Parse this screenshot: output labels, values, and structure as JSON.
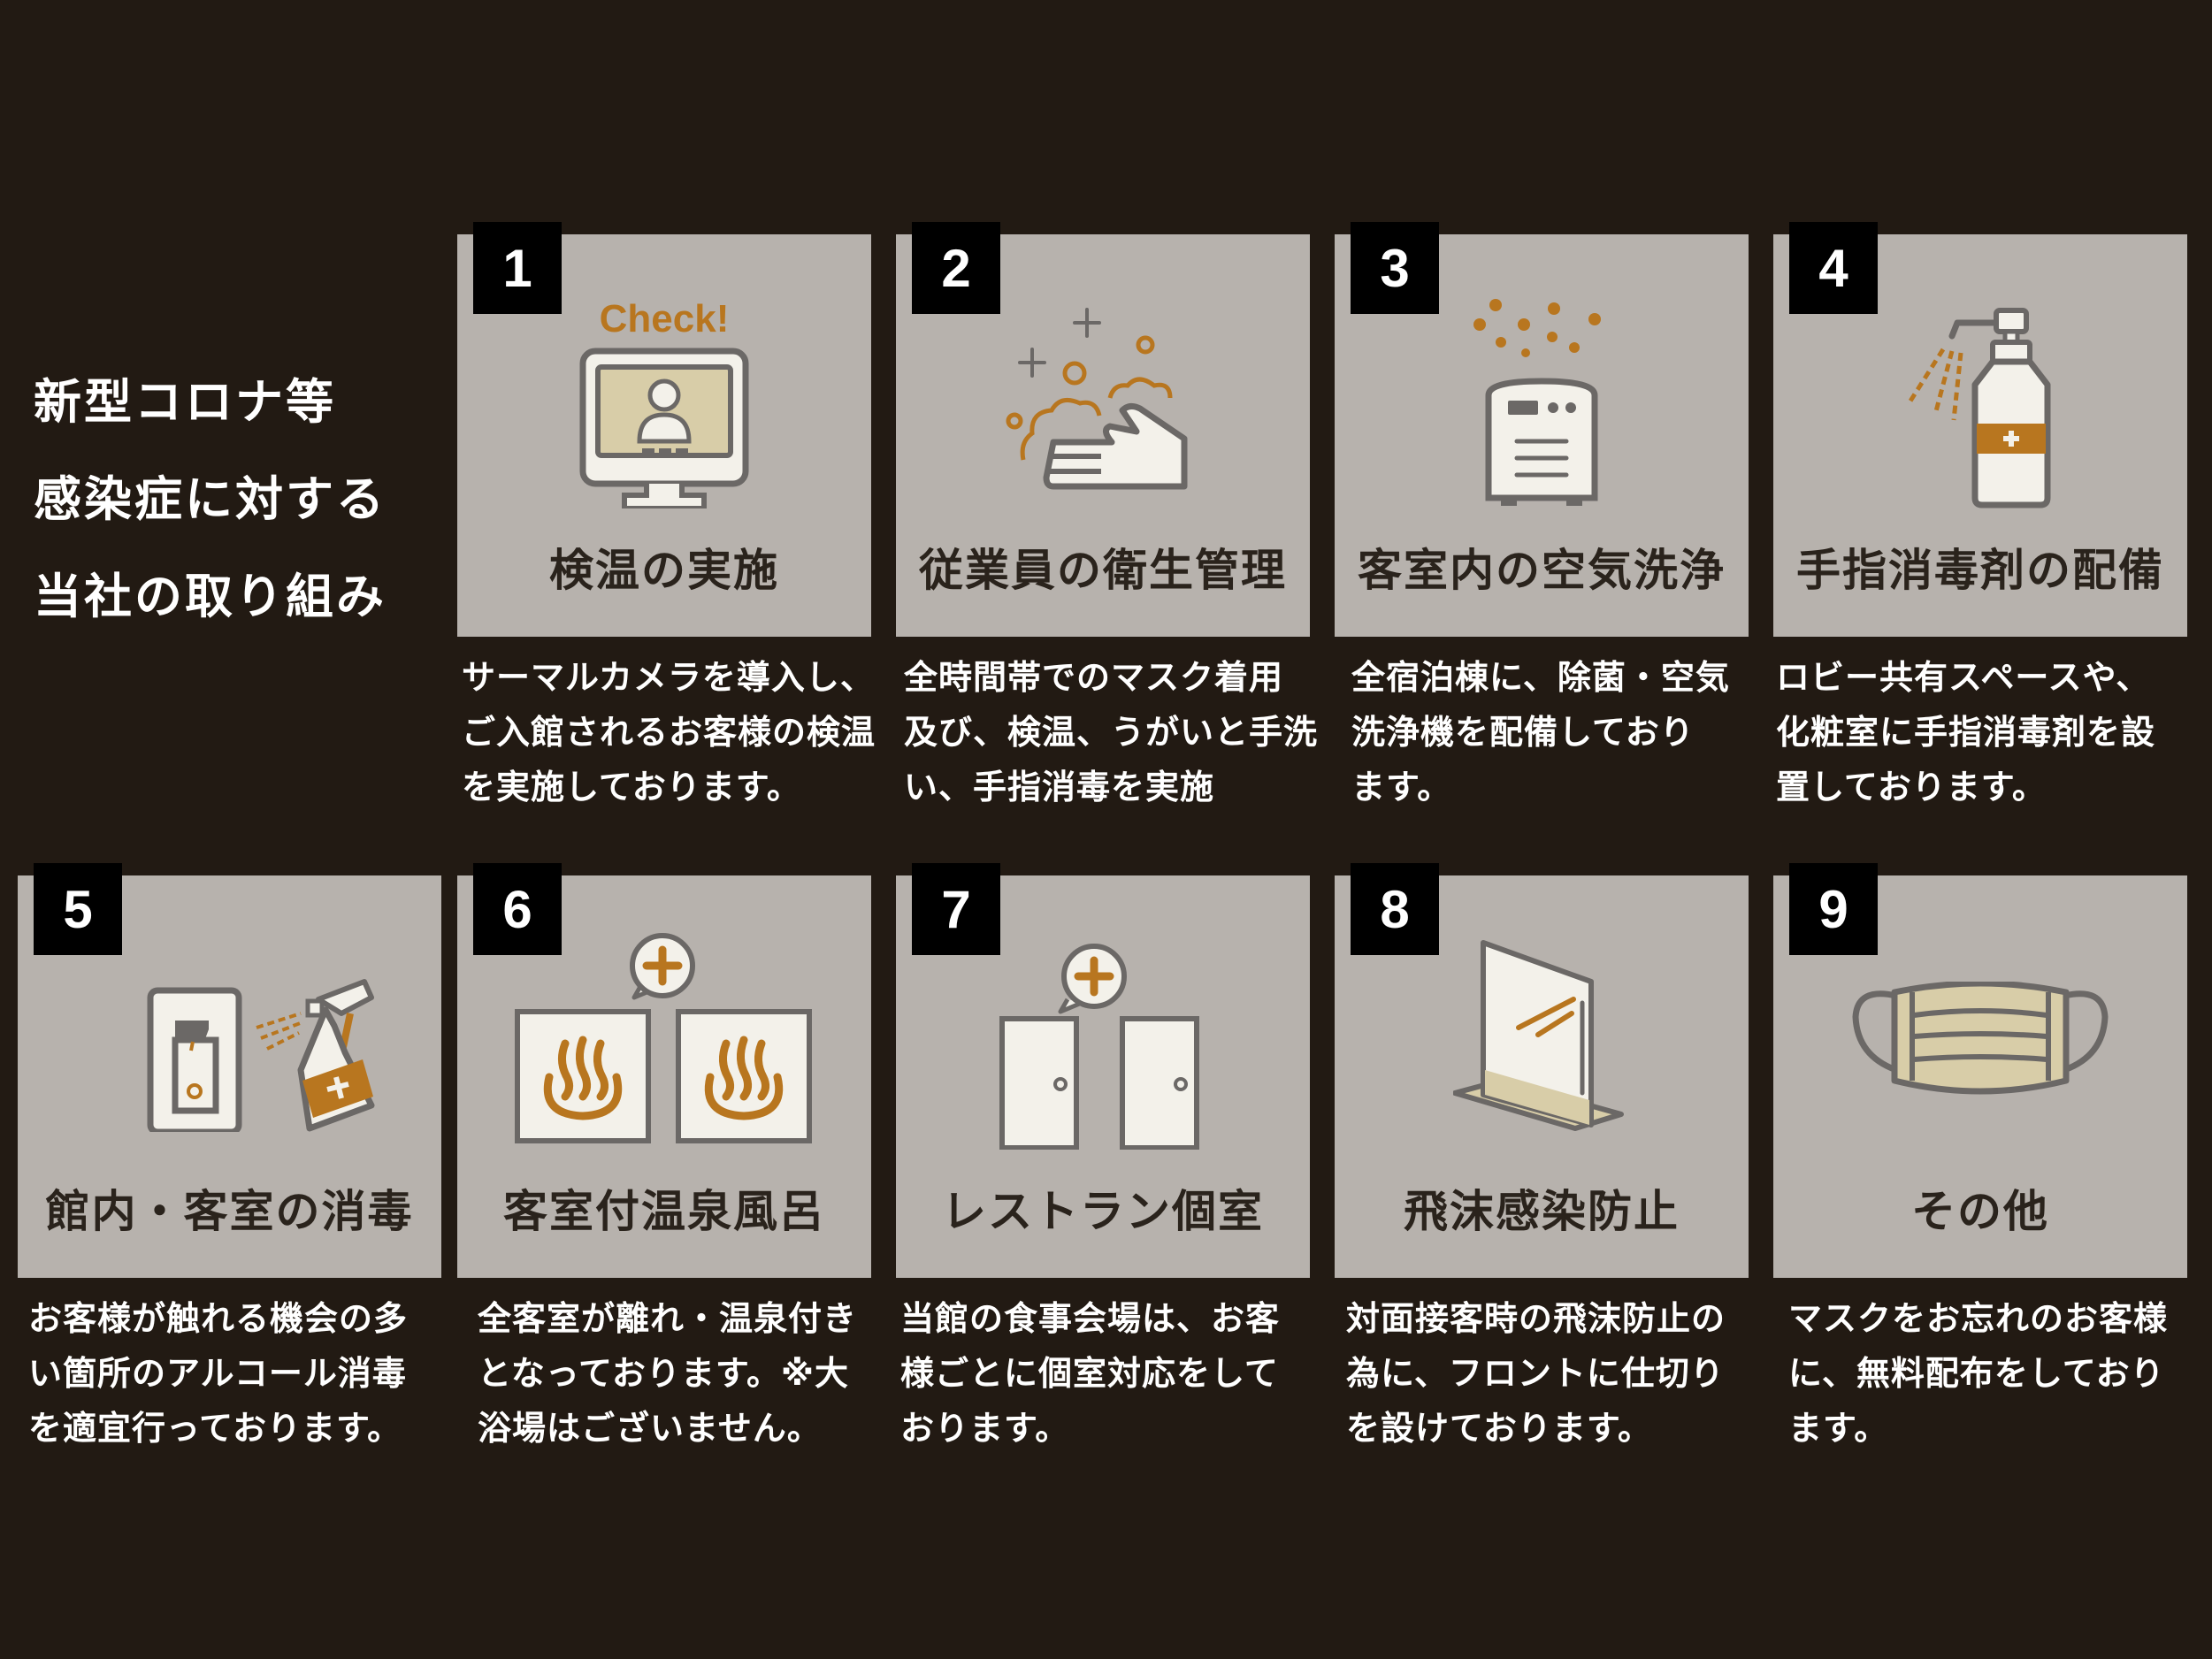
{
  "heading": {
    "lines": [
      "新型コロナ等",
      "感染症に対する",
      "当社の取り組み"
    ]
  },
  "colors": {
    "background": "#221a13",
    "card": "#b7b2ad",
    "badge": "#000000",
    "accent": "#b8761f",
    "icon_stroke": "#6b6866",
    "icon_fill": "#f3f1ea",
    "icon_tan": "#d8cda8"
  },
  "items": [
    {
      "number": "1",
      "icon": "monitor-check-icon",
      "icon_text": "Check!",
      "title": "検温の実施",
      "desc": [
        "サーマルカメラを導入し、",
        "ご入館されるお客様の検温",
        "を実施しております。"
      ]
    },
    {
      "number": "2",
      "icon": "hand-washing-icon",
      "title": "従業員の衛生管理",
      "desc": [
        "全時間帯でのマスク着用",
        "及び、検温、うがいと手洗",
        "い、手指消毒を実施"
      ]
    },
    {
      "number": "3",
      "icon": "air-purifier-icon",
      "title": "客室内の空気洗浄",
      "desc": [
        "全宿泊棟に、除菌・空気",
        "洗浄機を配備しており",
        "ます。"
      ]
    },
    {
      "number": "4",
      "icon": "sanitizer-pump-icon",
      "title": "手指消毒剤の配備",
      "desc": [
        "ロビー共有スペースや、",
        "化粧室に手指消毒剤を設",
        "置しております。"
      ]
    },
    {
      "number": "5",
      "icon": "switch-spray-icon",
      "title": "館内・客室の消毒",
      "desc": [
        "お客様が触れる機会の多",
        "い箇所のアルコール消毒",
        "を適宜行っております。"
      ]
    },
    {
      "number": "6",
      "icon": "hot-spring-icon",
      "title": "客室付温泉風呂",
      "desc": [
        "全客室が離れ・温泉付き",
        "となっております。※大",
        "浴場はございません。"
      ]
    },
    {
      "number": "7",
      "icon": "private-room-doors-icon",
      "title": "レストラン個室",
      "desc": [
        "当館の食事会場は、お客",
        "様ごとに個室対応をして",
        "おります。"
      ]
    },
    {
      "number": "8",
      "icon": "partition-screen-icon",
      "title": "飛沫感染防止",
      "desc": [
        "対面接客時の飛沫防止の",
        "為に、フロントに仕切り",
        "を設けております。"
      ]
    },
    {
      "number": "9",
      "icon": "face-mask-icon",
      "title": "その他",
      "desc": [
        "マスクをお忘れのお客様",
        "に、無料配布をしており",
        "ます。"
      ]
    }
  ]
}
